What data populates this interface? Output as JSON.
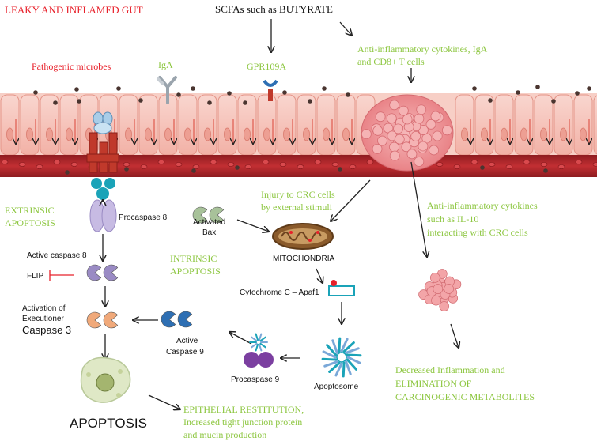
{
  "title": "LEAKY AND INFLAMED GUT",
  "top_labels": {
    "scfa": "SCFAs such as BUTYRATE",
    "anti_inflam_top_1": "Anti-inflammatory  cytokines, IgA",
    "anti_inflam_top_2": "and CD8+ T cells",
    "pathogenic": "Pathogenic microbes",
    "iga": "IgA",
    "gpr": "GPR109A"
  },
  "extrinsic": {
    "title_1": "EXTRINSIC",
    "title_2": "APOPTOSIS",
    "procaspase8": "Procaspase 8",
    "active_caspase8": "Active caspase 8",
    "flip": "FLIP",
    "activation_1": "Activation of",
    "activation_2": "Executioner",
    "caspase3": "Caspase  3"
  },
  "intrinsic": {
    "activated_bax_1": "Activated",
    "activated_bax_2": "Bax",
    "injury_1": "Injury to CRC cells",
    "injury_2": "by external stimuli",
    "mitochondria": "MITOCHONDRIA",
    "title_1": "INTRINSIC",
    "title_2": "APOPTOSIS",
    "cytochrome": "Cytochrome C – Apaf1",
    "active_caspase9_1": "Active",
    "active_caspase9_2": "Caspase 9",
    "procaspase9": "Procaspase 9",
    "apoptosome": "Apoptosome"
  },
  "right": {
    "anti_inflam_1": "Anti-inflammatory  cytokines",
    "anti_inflam_2": "such as IL-10",
    "anti_inflam_3": "interacting  with CRC cells",
    "decreased_1": "Decreased Inflammation  and",
    "decreased_2": "ELIMINATION OF",
    "decreased_3": "CARCINOGENIC METABOLITES"
  },
  "bottom": {
    "apoptosis": "APOPTOSIS",
    "epithelial_1": "EPITHELIAL RESTITUTION,",
    "epithelial_2": "Increased tight junction protein",
    "epithelial_3": "and mucin production"
  },
  "colors": {
    "red_text": "#e8202a",
    "green_text": "#8cc63f",
    "blood_vessel": "#b3262b",
    "cell_pink": "#f5c2b8",
    "caspase_purple": "#9a8bc4",
    "caspase_blue": "#2e6fb3",
    "caspase_orange": "#f0a97a",
    "receptor_red": "#c0392b",
    "teal": "#1aa3b8",
    "tumor_pink": "#f09ca0"
  }
}
